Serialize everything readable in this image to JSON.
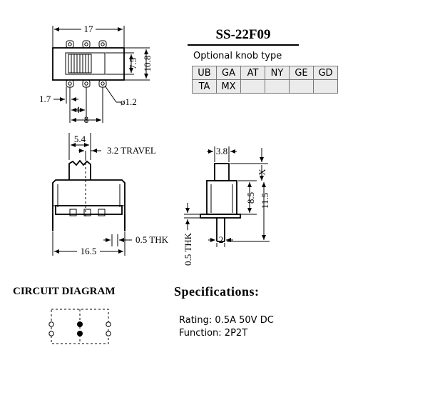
{
  "model": "SS-22F09",
  "knob_table": {
    "title": "Optional knob type",
    "rows": [
      [
        "UB",
        "GA",
        "AT",
        "NY",
        "GE",
        "GD"
      ],
      [
        "TA",
        "MX",
        "",
        "",
        "",
        ""
      ]
    ]
  },
  "dimensions": {
    "top_width": "17",
    "height_7_5": "7.5",
    "height_10_8": "10.8",
    "pin_offset": "1.7",
    "pin_pitch_4": "4",
    "pin_span_8": "8",
    "hole_dia": "ø1.2",
    "knob_width": "5.4",
    "travel": "3.2  TRAVEL",
    "body_length": "16.5",
    "thk_front": "0.5  THK",
    "side_knob": "3.8",
    "side_x": "X",
    "side_8_5": "8.5",
    "side_11_5": "11.5",
    "side_2": "2",
    "thk_side": "0.5  THK"
  },
  "circuit": {
    "title": "CIRCUIT DIAGRAM"
  },
  "specs": {
    "title": "Specifications:",
    "rating": "Rating: 0.5A 50V DC",
    "function": "Function: 2P2T"
  }
}
